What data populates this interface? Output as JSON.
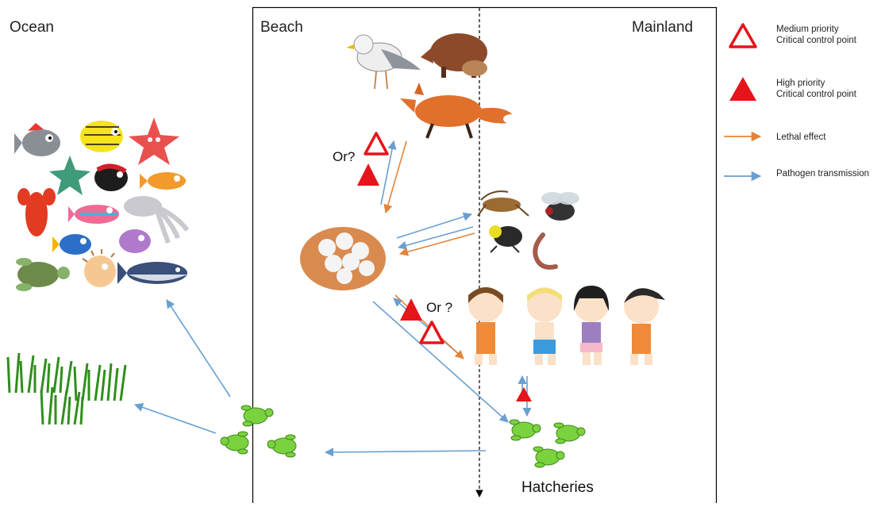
{
  "zones": {
    "ocean": "Ocean",
    "beach": "Beach",
    "mainland": "Mainland"
  },
  "legend": {
    "medium_line1": "Medium priority",
    "medium_line2": "Critical control point",
    "high_line1": "High priority",
    "high_line2": "Critical control point",
    "lethal": "Lethal effect",
    "pathogen": "Pathogen transmission"
  },
  "colors": {
    "lethal_arrow": "#e2843a",
    "pathogen_arrow": "#6a9fd0",
    "priority_red": "#e6141b",
    "turtle_green": "#7bd23f",
    "seagrass_green": "#2f8f1c",
    "egg_nest": "#d98a4e"
  },
  "labels": {
    "or_predators": "Or?",
    "or_humans": "Or ?",
    "hatcheries": "Hatcheries"
  },
  "icons": {
    "ocean_life": [
      "fish",
      "fish",
      "starfish",
      "starfish",
      "fish",
      "fish",
      "lobster",
      "fish",
      "squid",
      "fish",
      "fish",
      "turtle",
      "pufferfish",
      "tuna"
    ],
    "predators": [
      "seagull",
      "wild-boar",
      "fox"
    ],
    "invertebrates": [
      "cricket",
      "fly",
      "beetle",
      "worm"
    ],
    "humans": [
      "child",
      "child",
      "child",
      "child"
    ]
  }
}
